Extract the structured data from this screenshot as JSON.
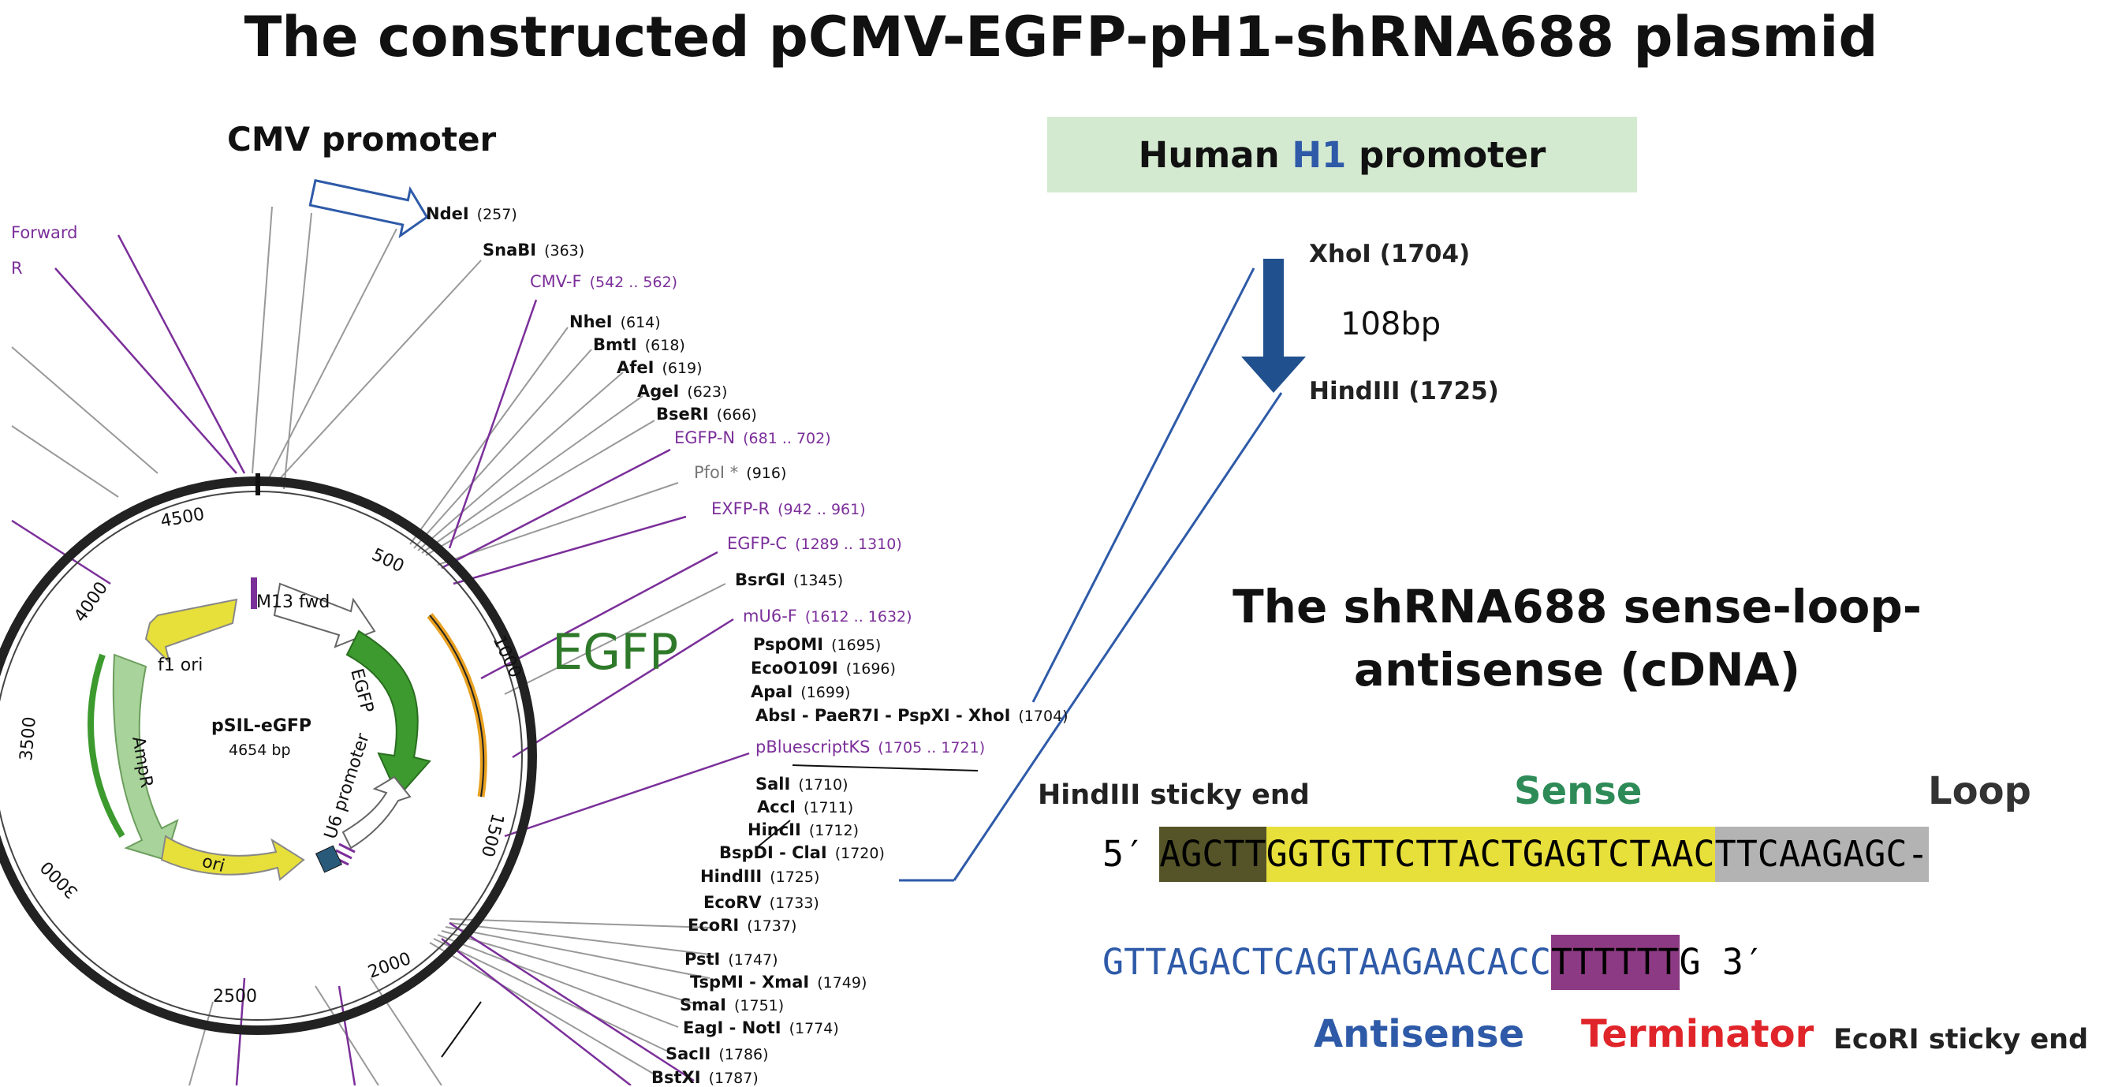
{
  "title": "The constructed pCMV-EGFP-pH1-shRNA688 plasmid",
  "cmv_label": "CMV promoter",
  "h1_promoter": {
    "pre": "Human ",
    "mid": "H1",
    "post": " promoter"
  },
  "insert": {
    "xho": "XhoI (1704)",
    "hind": "HindIII (1725)",
    "size": "108bp"
  },
  "plasmid": {
    "name": "pSIL-eGFP",
    "size": "4654 bp",
    "egfp_label": "EGFP",
    "features": [
      "M13 fwd",
      "f1 ori",
      "EGFP",
      "AmpR",
      "U6 promoter",
      "ori"
    ],
    "ticks": [
      "4500",
      "500",
      "4000",
      "1000",
      "3500",
      "1500",
      "3000",
      "2000",
      "2500"
    ],
    "left_primers": [
      "Forward",
      "R"
    ],
    "sites": [
      {
        "name": "NdeI",
        "pos": "(257)",
        "kind": "site"
      },
      {
        "name": "SnaBI",
        "pos": "(363)",
        "kind": "site"
      },
      {
        "name": "CMV-F",
        "pos": "(542 .. 562)",
        "kind": "primer"
      },
      {
        "name": "NheI",
        "pos": "(614)",
        "kind": "site"
      },
      {
        "name": "BmtI",
        "pos": "(618)",
        "kind": "site"
      },
      {
        "name": "AfeI",
        "pos": "(619)",
        "kind": "site"
      },
      {
        "name": "AgeI",
        "pos": "(623)",
        "kind": "site"
      },
      {
        "name": "BseRI",
        "pos": "(666)",
        "kind": "site"
      },
      {
        "name": "EGFP-N",
        "pos": "(681 .. 702)",
        "kind": "primer"
      },
      {
        "name": "PfoI *",
        "pos": "(916)",
        "kind": "grey"
      },
      {
        "name": "EXFP-R",
        "pos": "(942 .. 961)",
        "kind": "primer"
      },
      {
        "name": "EGFP-C",
        "pos": "(1289 .. 1310)",
        "kind": "primer"
      },
      {
        "name": "BsrGI",
        "pos": "(1345)",
        "kind": "site"
      },
      {
        "name": "mU6-F",
        "pos": "(1612 .. 1632)",
        "kind": "primer"
      },
      {
        "name": "PspOMI",
        "pos": "(1695)",
        "kind": "site"
      },
      {
        "name": "EcoO109I",
        "pos": "(1696)",
        "kind": "site"
      },
      {
        "name": "ApaI",
        "pos": "(1699)",
        "kind": "site"
      },
      {
        "name": "AbsI - PaeR7I - PspXI - XhoI",
        "pos": "(1704)",
        "kind": "site"
      },
      {
        "name": "pBluescriptKS",
        "pos": "(1705 .. 1721)",
        "kind": "primer"
      },
      {
        "name": "SalI",
        "pos": "(1710)",
        "kind": "site"
      },
      {
        "name": "AccI",
        "pos": "(1711)",
        "kind": "site"
      },
      {
        "name": "HincII",
        "pos": "(1712)",
        "kind": "site"
      },
      {
        "name": "BspDI - ClaI",
        "pos": "(1720)",
        "kind": "site"
      },
      {
        "name": "HindIII",
        "pos": "(1725)",
        "kind": "site"
      },
      {
        "name": "EcoRV",
        "pos": "(1733)",
        "kind": "site"
      },
      {
        "name": "EcoRI",
        "pos": "(1737)",
        "kind": "site"
      },
      {
        "name": "PstI",
        "pos": "(1747)",
        "kind": "site"
      },
      {
        "name": "TspMI - XmaI",
        "pos": "(1749)",
        "kind": "site"
      },
      {
        "name": "SmaI",
        "pos": "(1751)",
        "kind": "site"
      },
      {
        "name": "EagI - NotI",
        "pos": "(1774)",
        "kind": "site"
      },
      {
        "name": "SacII",
        "pos": "(1786)",
        "kind": "site"
      },
      {
        "name": "BstXI",
        "pos": "(1787)",
        "kind": "site"
      }
    ]
  },
  "shrna": {
    "title_line1": "The shRNA688 sense-loop-",
    "title_line2": "antisense (cDNA)",
    "hind_sticky": "HindIII sticky end",
    "sense_label": "Sense",
    "loop_label": "Loop",
    "prime5": "5′",
    "sticky_seq": "AGCTT",
    "sense_seq": "GGTGTTCTTACTGAGTCTAAC",
    "loop_seq": "TTCAAGAGC-",
    "antisense_seq": "GTTAGACTCAGTAAGAACACC",
    "terminator_seq": "TTTTTT",
    "tail_seq": "G 3′",
    "antisense_label": "Antisense",
    "terminator_label": "Terminator",
    "ecori_sticky": "EcoRI sticky end"
  },
  "colors": {
    "sticky": "#555428",
    "sense_bg": "#e7df3a",
    "loop_bg": "#b3b3b3",
    "terminator_bg": "#8c3a83",
    "antisense": "#2e5aa8",
    "primer": "#7b2f9a",
    "egfp": "#2f7a2a"
  }
}
